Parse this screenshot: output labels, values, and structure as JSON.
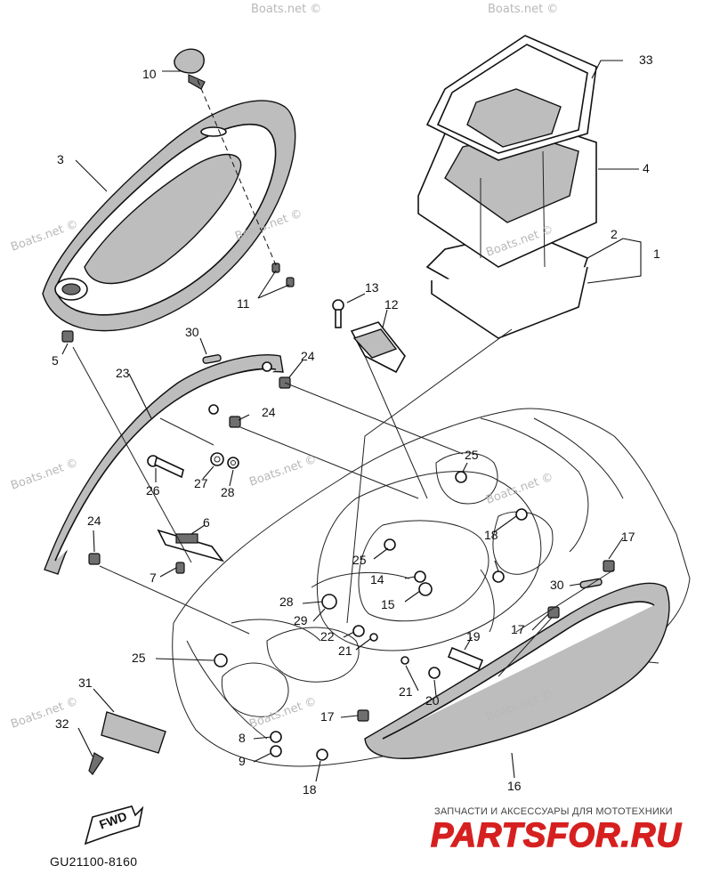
{
  "diagram": {
    "drawing_code": "GU21100-8160",
    "watermark_text": "Boats.net ©",
    "fwd_label": "FWD",
    "brand": {
      "tagline": "ЗАПЧАСТИ И АКСЕССУАРЫ ДЛЯ МОТОТЕХНИКИ",
      "logo": "PARTSFOR.RU"
    },
    "callouts": [
      "1",
      "2",
      "3",
      "4",
      "5",
      "6",
      "7",
      "8",
      "9",
      "10",
      "11",
      "12",
      "13",
      "14",
      "15",
      "16",
      "17",
      "17",
      "17",
      "18",
      "18",
      "19",
      "20",
      "21",
      "21",
      "22",
      "23",
      "24",
      "24",
      "24",
      "25",
      "25",
      "25",
      "26",
      "27",
      "28",
      "28",
      "29",
      "30",
      "30",
      "31",
      "32",
      "33"
    ]
  },
  "colors": {
    "brand": "#d62020",
    "line": "#111111",
    "watermark": "#b8b8b8"
  }
}
